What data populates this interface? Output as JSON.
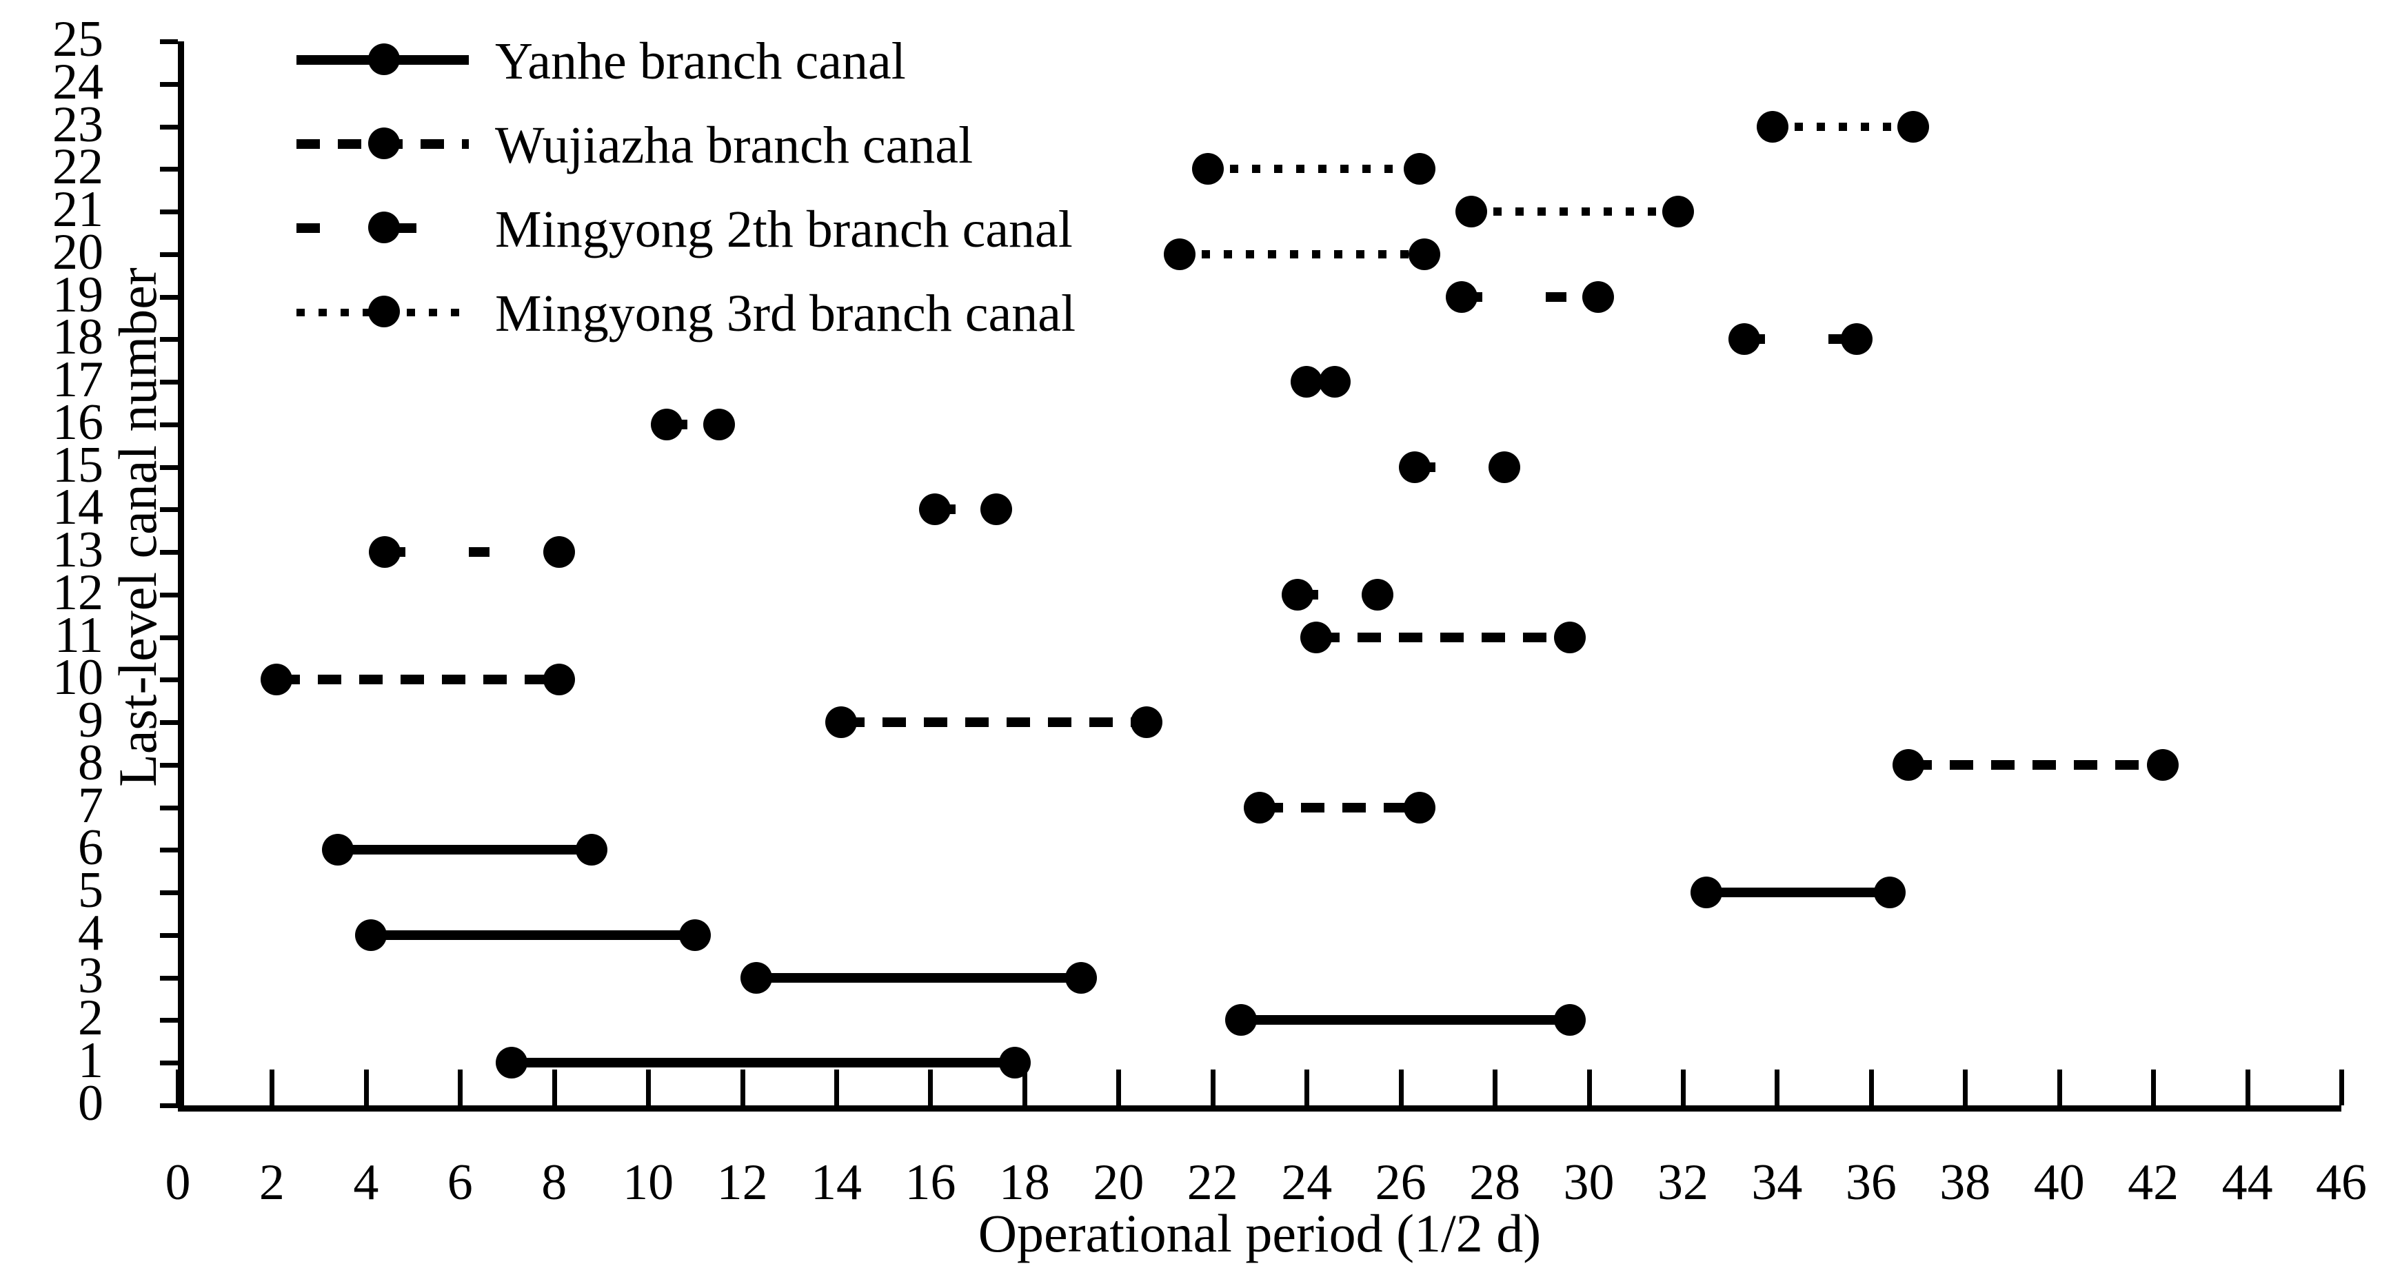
{
  "chart_data": {
    "type": "line",
    "title": "",
    "xlabel": "Operational period (1/2 d)",
    "ylabel": "Last-level canal number",
    "xlim": [
      0,
      46
    ],
    "ylim": [
      0,
      25
    ],
    "xticks": [
      0,
      2,
      4,
      6,
      8,
      10,
      12,
      14,
      16,
      18,
      20,
      22,
      24,
      26,
      28,
      30,
      32,
      34,
      36,
      38,
      40,
      42,
      44,
      46
    ],
    "yticks": [
      0,
      1,
      2,
      3,
      4,
      5,
      6,
      7,
      8,
      9,
      10,
      11,
      12,
      13,
      14,
      15,
      16,
      17,
      18,
      19,
      20,
      21,
      22,
      23,
      24,
      25
    ],
    "grid": false,
    "legend_position": "top-left",
    "legend": [
      {
        "label": "Yanhe branch canal",
        "style": "solid"
      },
      {
        "label": "Wujiazha branch canal",
        "style": "dash"
      },
      {
        "label": "Mingyong 2th branch canal",
        "style": "longdash"
      },
      {
        "label": "Mingyong 3rd branch canal",
        "style": "dot"
      }
    ],
    "series": [
      {
        "name": "Yanhe branch canal",
        "style": "solid",
        "segments": [
          {
            "canal": 1,
            "start": 7.1,
            "end": 17.8
          },
          {
            "canal": 2,
            "start": 22.6,
            "end": 29.6
          },
          {
            "canal": 3,
            "start": 12.3,
            "end": 19.2
          },
          {
            "canal": 4,
            "start": 4.1,
            "end": 11.0
          },
          {
            "canal": 5,
            "start": 32.5,
            "end": 36.4
          },
          {
            "canal": 6,
            "start": 3.4,
            "end": 8.8
          }
        ]
      },
      {
        "name": "Wujiazha branch canal",
        "style": "dash",
        "segments": [
          {
            "canal": 7,
            "start": 23.0,
            "end": 26.4
          },
          {
            "canal": 8,
            "start": 36.8,
            "end": 42.2
          },
          {
            "canal": 9,
            "start": 14.1,
            "end": 20.6
          },
          {
            "canal": 10,
            "start": 2.1,
            "end": 8.1
          },
          {
            "canal": 11,
            "start": 24.2,
            "end": 29.6
          }
        ]
      },
      {
        "name": "Mingyong 2th branch canal",
        "style": "longdash",
        "segments": [
          {
            "canal": 12,
            "start": 23.8,
            "end": 25.5
          },
          {
            "canal": 13,
            "start": 4.4,
            "end": 8.1
          },
          {
            "canal": 14,
            "start": 16.1,
            "end": 17.4
          },
          {
            "canal": 15,
            "start": 26.3,
            "end": 28.2
          },
          {
            "canal": 16,
            "start": 10.4,
            "end": 11.5
          },
          {
            "canal": 17,
            "start": 24.0,
            "end": 24.6
          },
          {
            "canal": 18,
            "start": 33.3,
            "end": 35.7
          },
          {
            "canal": 19,
            "start": 27.3,
            "end": 30.2
          }
        ]
      },
      {
        "name": "Mingyong 3rd branch canal",
        "style": "dot",
        "segments": [
          {
            "canal": 20,
            "start": 21.3,
            "end": 26.5
          },
          {
            "canal": 21,
            "start": 27.5,
            "end": 31.9
          },
          {
            "canal": 22,
            "start": 21.9,
            "end": 26.4
          },
          {
            "canal": 23,
            "start": 33.9,
            "end": 36.9
          }
        ]
      }
    ]
  }
}
